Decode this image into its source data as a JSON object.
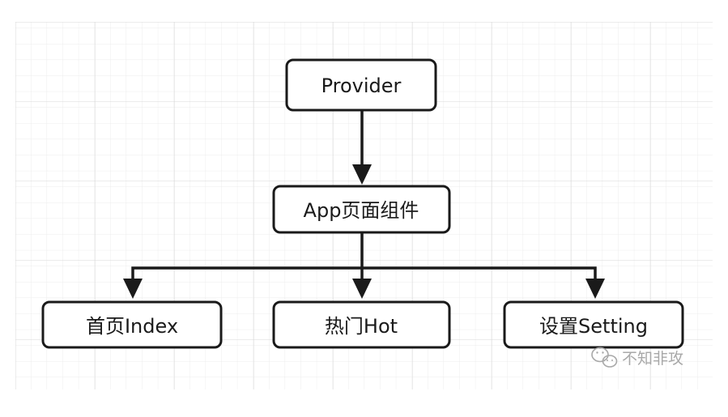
{
  "nodes": {
    "provider": "Provider",
    "app": "App页面组件",
    "index": "首页Index",
    "hot": "热门Hot",
    "setting": "设置Setting"
  },
  "watermark": {
    "text": "不知非攻",
    "icon": "wechat-icon"
  },
  "colors": {
    "stroke": "#1a1a1a",
    "grid": "#dedede",
    "text": "#1a1a1a",
    "watermark": "#b0b0b0"
  }
}
